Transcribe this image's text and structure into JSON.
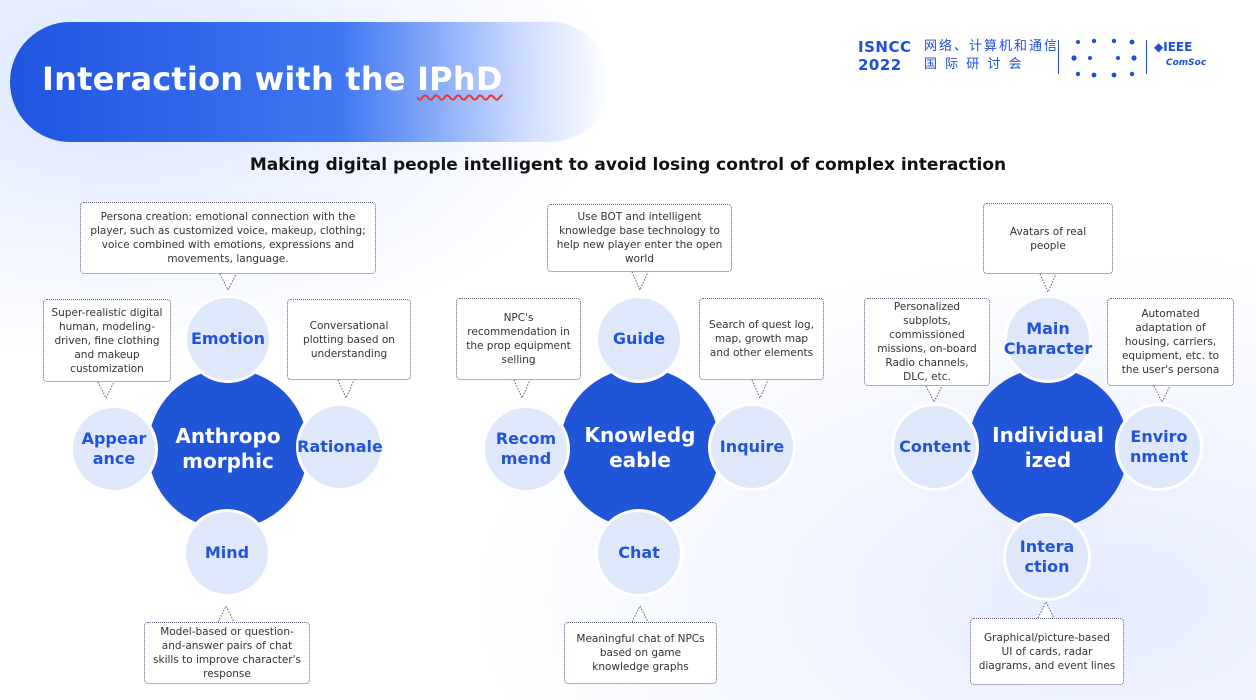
{
  "header": {
    "title_prefix": "Interaction with the ",
    "title_highlight": "IPhD",
    "subtitle": "Making digital people intelligent to avoid losing control of complex interaction"
  },
  "logo": {
    "isncc_line1": "ISNCC",
    "isncc_line2": "2022",
    "cn_line1": "网络、计算机和通信",
    "cn_line2": "国 际 研 讨 会",
    "ieee": "IEEE",
    "comsoc": "ComSoc"
  },
  "clusters": [
    {
      "center": "Anthropo\nmorphic",
      "top": {
        "label": "Emotion",
        "note": "Persona creation: emotional connection with the player, such as customized voice, makeup, clothing; voice combined with emotions, expressions and movements, language."
      },
      "left": {
        "label": "Appear\nance",
        "note": "Super-realistic digital human, modeling-driven, fine clothing and makeup customization"
      },
      "right": {
        "label": "Rationale",
        "note": "Conversational plotting based on understanding"
      },
      "bottom": {
        "label": "Mind",
        "note": "Model-based or question-and-answer pairs of chat skills to improve character's response"
      }
    },
    {
      "center": "Knowledg\neable",
      "top": {
        "label": "Guide",
        "note": "Use BOT and intelligent knowledge base technology to help new player enter the open world"
      },
      "left": {
        "label": "Recom\nmend",
        "note": "NPC's recommendation in the prop equipment selling"
      },
      "right": {
        "label": "Inquire",
        "note": "Search of quest log, map, growth map and other elements"
      },
      "bottom": {
        "label": "Chat",
        "note": "Meaningful chat of NPCs based on game knowledge graphs"
      }
    },
    {
      "center": "Individual\nized",
      "top": {
        "label": "Main\nCharacter",
        "note": "Avatars of real people"
      },
      "left": {
        "label": "Content",
        "note": "Personalized subplots, commissioned missions, on-board Radio channels, DLC, etc."
      },
      "right": {
        "label": "Enviro\nnment",
        "note": "Automated adaptation of housing, carriers, equipment, etc. to the user's persona"
      },
      "bottom": {
        "label": "Intera\nction",
        "note": "Graphical/picture-based UI of cards, radar diagrams, and event lines"
      }
    }
  ]
}
